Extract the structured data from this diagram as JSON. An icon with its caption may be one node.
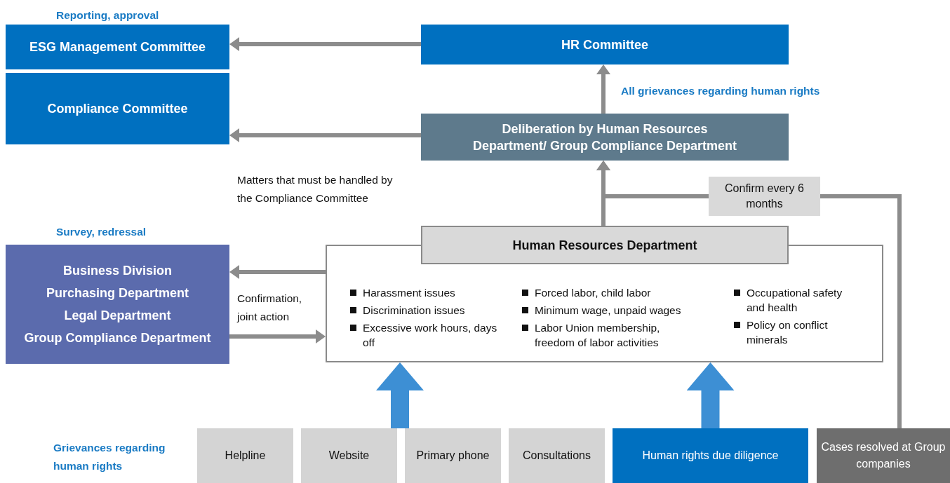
{
  "diagram": {
    "nodes": [
      {
        "text": [
          "ESG Management Committee"
        ]
      },
      {
        "text": [
          "Compliance Committee"
        ]
      },
      {
        "text": [
          "HR Committee"
        ]
      },
      {
        "text": [
          "Deliberation by Human Resources Department/ Group Compliance Department"
        ]
      },
      {
        "text": [
          "Business Division",
          "Purchasing Department",
          "Legal Department",
          "Group Compliance Department"
        ]
      },
      {
        "text": [
          "Human Resources Department",
          "Harassment issues",
          "Discrimination issues",
          "Excessive work hours, days off",
          "Forced labor, child labor",
          "Minimum wage, unpaid wages",
          "Labor Union membership, freedom of labor activities",
          "Occupational safety and health",
          "Policy on conflict minerals"
        ]
      },
      {
        "text": [
          "Helpline"
        ]
      },
      {
        "text": [
          "Website"
        ]
      },
      {
        "text": [
          "Primary phone"
        ]
      },
      {
        "text": [
          "Consultations"
        ]
      },
      {
        "text": [
          "Human rights due diligence"
        ]
      },
      {
        "text": [
          "Cases resolved at Group companies"
        ]
      }
    ],
    "edges": [
      {
        "from": 2,
        "to": 0,
        "arrow": "to"
      },
      {
        "from": 3,
        "to": 2,
        "arrow": "to",
        "label": "All grievances regarding human rights"
      },
      {
        "from": 3,
        "to": 1,
        "arrow": "to",
        "label": "Matters that must be handled by the Compliance Committee"
      },
      {
        "from": 5,
        "to": 3,
        "arrow": "to"
      },
      {
        "from": 11,
        "to": 3,
        "arrow": "to",
        "label": "Confirm every 6 months"
      },
      {
        "from": 5,
        "to": 4,
        "arrow": "to"
      },
      {
        "from": 4,
        "to": 5,
        "arrow": "to",
        "label": "Confirmation, joint action"
      },
      {
        "from": 7,
        "to": 5,
        "arrow": "to",
        "style": "thick",
        "color": "#3d8fd4"
      },
      {
        "from": 10,
        "to": 5,
        "arrow": "to",
        "style": "thick",
        "color": "#3d8fd4"
      }
    ],
    "labels": [
      "Reporting, approval",
      "Survey, redressal",
      "Grievances regarding human rights"
    ]
  }
}
